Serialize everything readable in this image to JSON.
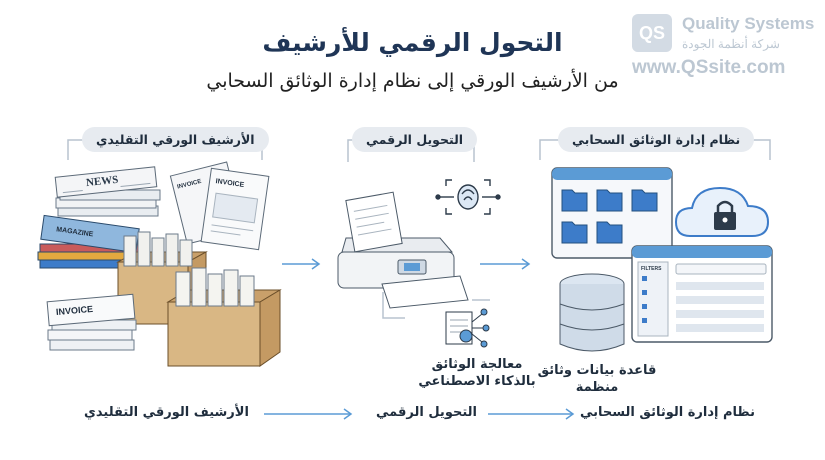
{
  "header": {
    "title": "التحول الرقمي للأرشيف",
    "subtitle": "من الأرشيف الورقي إلى نظام إدارة الوثائق السحابي"
  },
  "watermark": {
    "brand": "Quality Systems",
    "brand_arabic": "شركة أنظمة الجودة",
    "site": "www.QSsite.com",
    "logo_text": "QS"
  },
  "stages": {
    "paper": {
      "label": "الأرشيف الورقي التقليدي"
    },
    "digital": {
      "label": "التحويل الرقمي"
    },
    "cloud": {
      "label": "نظام إدارة الوثائق السحابي"
    }
  },
  "illustration_text": {
    "news": "NEWS",
    "magazine": "MAGAZINE",
    "invoice_top": "INVOICE",
    "invoice_mid": "INVOICE",
    "invoice_bottom": "INVOICE",
    "filters": "FILTERS"
  },
  "captions": {
    "ai_processing": [
      "معالجة الوثائق",
      "بالذكاء الاصطناعي"
    ],
    "database": [
      "قاعدة بيانات وثائق",
      "منظمة"
    ]
  },
  "bottom_flow": {
    "paper": "الأرشيف الورقي التقليدي",
    "digital": "التحويل الرقمي",
    "cloud": "نظام إدارة الوثائق السحابي"
  },
  "colors": {
    "title": "#1f3556",
    "accent_blue": "#5b9bd5",
    "folder_blue": "#3d7cc9",
    "box_tan": "#d9b784",
    "line_gray": "#b8c3cf",
    "watermark": "#bcc7d2"
  }
}
